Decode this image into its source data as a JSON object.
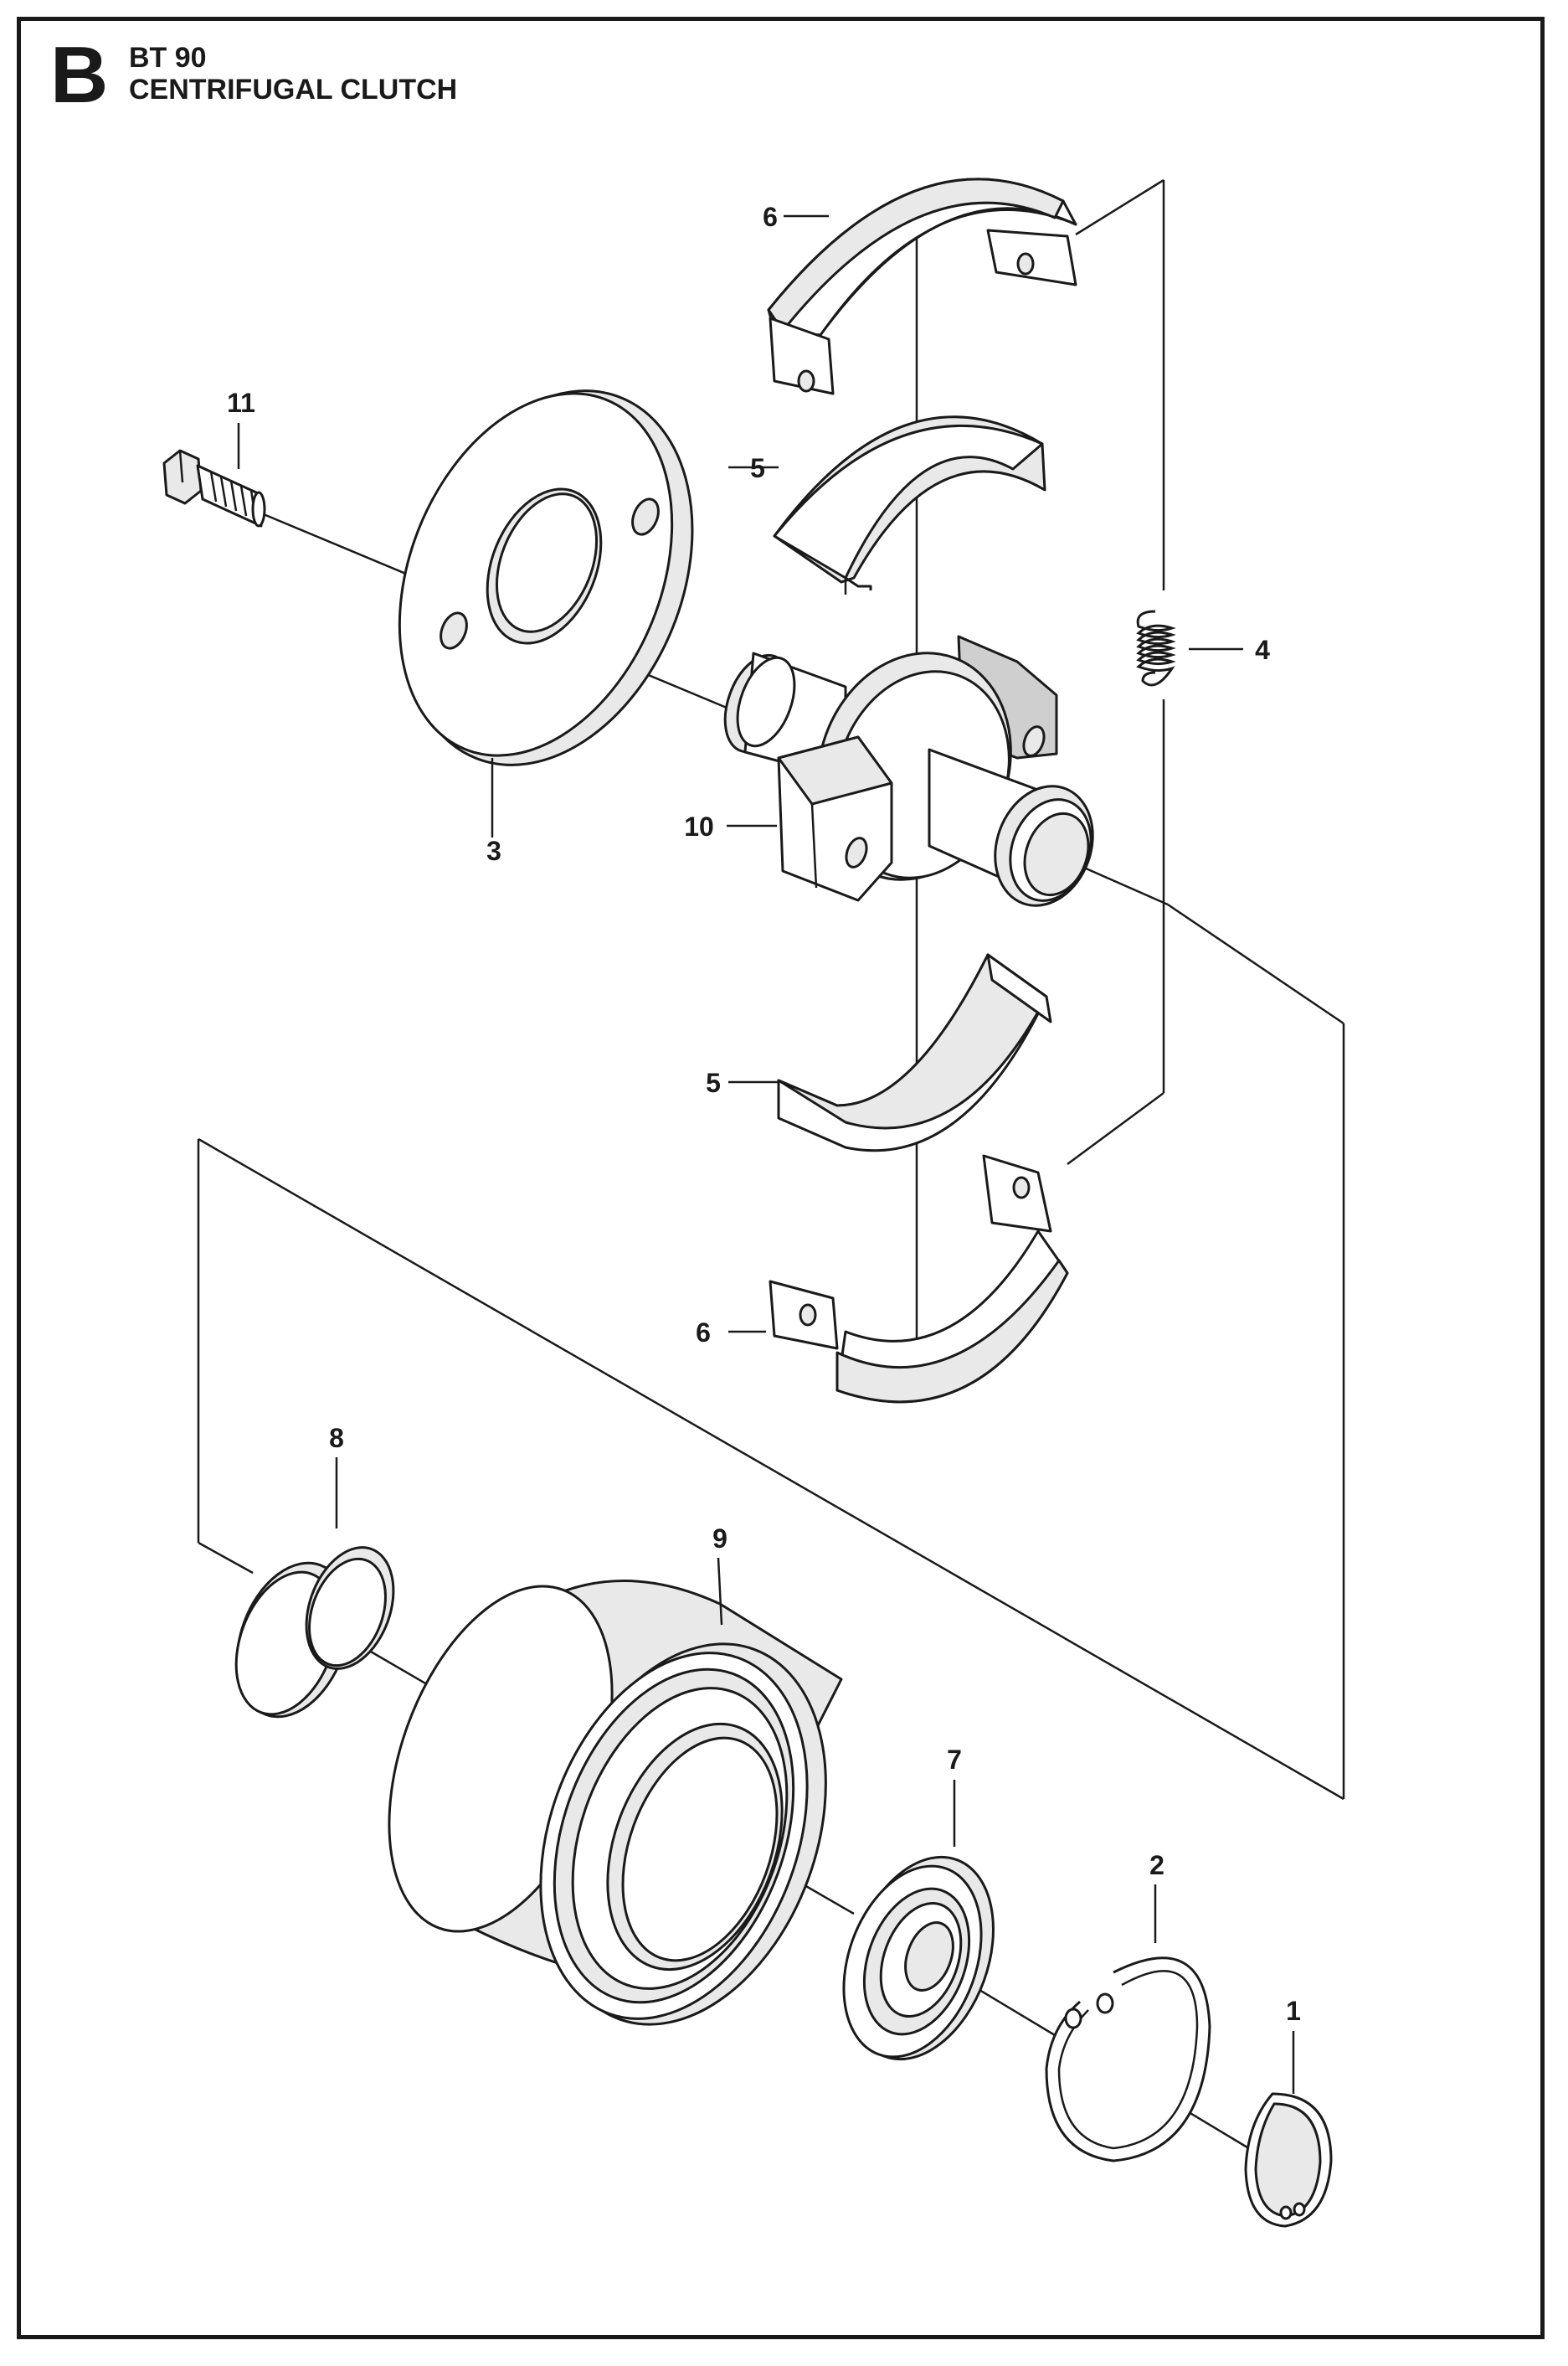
{
  "header": {
    "section_letter": "B",
    "model": "BT 90",
    "title": "CENTRIFUGAL CLUTCH"
  },
  "callouts": {
    "c1": "1",
    "c2": "2",
    "c3": "3",
    "c4": "4",
    "c5a": "5",
    "c5b": "5",
    "c6a": "6",
    "c6b": "6",
    "c7": "7",
    "c8": "8",
    "c9": "9",
    "c10": "10",
    "c11": "11"
  },
  "colors": {
    "ink": "#1a1a1a",
    "paper": "#ffffff",
    "shade_light": "#e9e9e9",
    "shade_dark": "#cfcfcf"
  }
}
